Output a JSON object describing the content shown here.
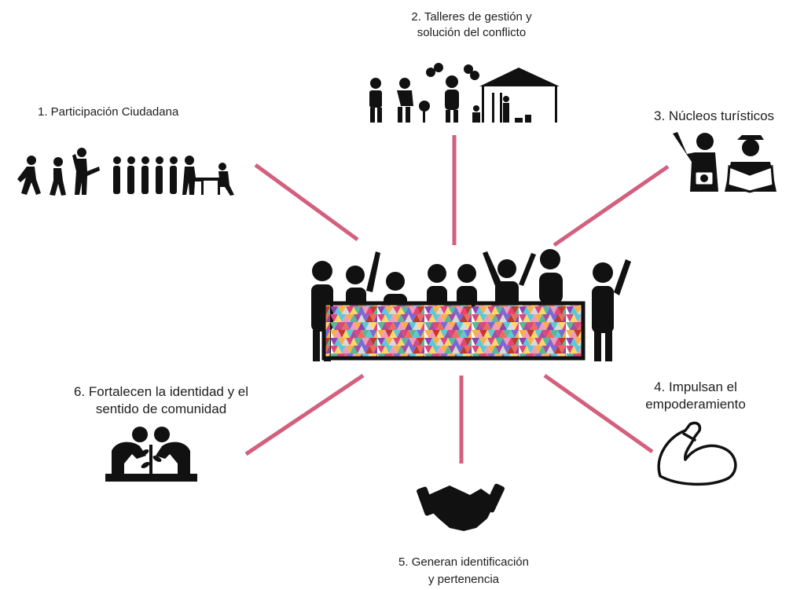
{
  "labels": {
    "participacion": "1. Participación Ciudadana",
    "talleres_l1": "2. Talleres de gestión y",
    "talleres_l2": "solución del conflicto",
    "nucleos": "3. Núcleos turísticos",
    "impulsan_l1": "4. Impulsan el",
    "impulsan_l2": "empoderamiento",
    "generan_l1": "5. Generan identificación",
    "generan_l2": "y pertenencia",
    "fortalecen_l1": "6. Fortalecen la identidad y el",
    "fortalecen_l2": "sentido de comunidad"
  },
  "colors": {
    "connector": "#d2607e",
    "icon": "#111111",
    "mosaic": [
      "#e0457b",
      "#f29bb8",
      "#5cc8d9",
      "#f6b14b",
      "#a54f9f",
      "#7a6ad6",
      "#ef6b5a",
      "#ffd86a",
      "#59b89a",
      "#d9d9d9",
      "#c0392b",
      "#8e44ad"
    ]
  },
  "icons": {
    "participacion": "walking-queue-icon",
    "talleres": "event-tent-icon",
    "nucleos": "tourist-icon",
    "impulsan": "flexed-arm-icon",
    "generan": "handshake-icon",
    "fortalecen": "people-planting-icon",
    "center": "crowd-icon"
  }
}
